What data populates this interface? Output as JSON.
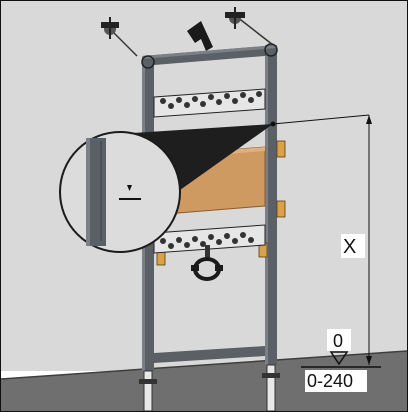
{
  "dimension": {
    "height_label": "X",
    "level_label": "0",
    "range_label": "0-240"
  },
  "colors": {
    "wall": "#d9d9d9",
    "floor": "#6b6b6b",
    "frame": "#5b6067",
    "board": "#cf9a62",
    "bracket": "#d9a24a",
    "line": "#111111"
  }
}
